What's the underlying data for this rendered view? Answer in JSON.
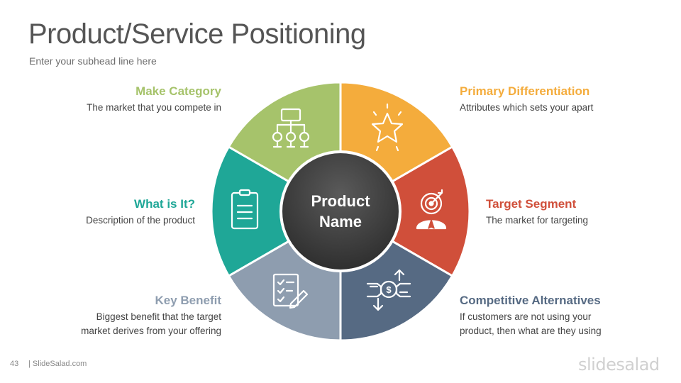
{
  "slide": {
    "title": "Product/Service Positioning",
    "subtitle": "Enter your subhead line here",
    "page_number": "43",
    "footer_site": "| SlideSalad.com",
    "brand_logo": "slidesalad"
  },
  "center": {
    "line1": "Product",
    "line2": "Name"
  },
  "segments": [
    {
      "key": "primary",
      "title": "Primary Differentiation",
      "desc_line1": "Attributes which sets your apart",
      "desc_line2": "",
      "color": "#F4AC3C",
      "icon": "star-icon"
    },
    {
      "key": "target",
      "title": "Target Segment",
      "desc_line1": "The market for targeting",
      "desc_line2": "",
      "color": "#D04F3A",
      "icon": "target-person-icon"
    },
    {
      "key": "competitive",
      "title": "Competitive Alternatives",
      "desc_line1": "If customers are not using your",
      "desc_line2": "product, then what are they using",
      "color": "#566A83",
      "icon": "money-exchange-icon"
    },
    {
      "key": "benefit",
      "title": "Key Benefit",
      "desc_line1": "Biggest benefit that the target",
      "desc_line2": "market derives from your offering",
      "color": "#8E9DAF",
      "icon": "checklist-icon"
    },
    {
      "key": "what",
      "title": "What is It?",
      "desc_line1": "Description of the product",
      "desc_line2": "",
      "color": "#1FA797",
      "icon": "clipboard-icon"
    },
    {
      "key": "category",
      "title": "Make Category",
      "desc_line1": "The market that you compete in",
      "desc_line2": "",
      "color": "#A6C36B",
      "icon": "hierarchy-icon"
    }
  ]
}
